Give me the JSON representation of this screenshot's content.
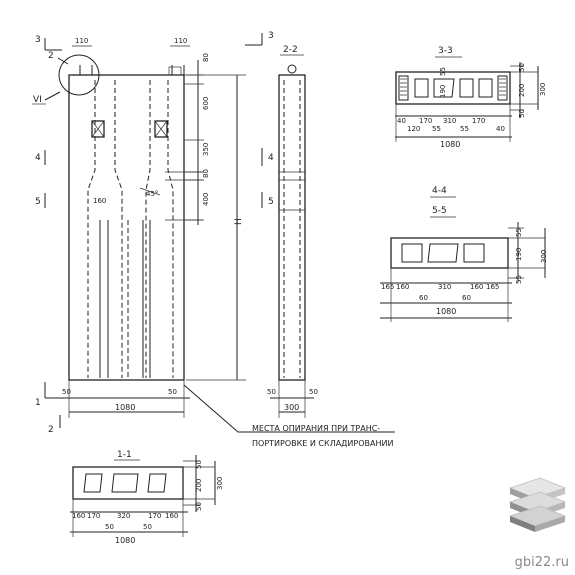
{
  "drawing": {
    "sections": {
      "s22": "2-2",
      "s33": "3-3",
      "s44": "4-4",
      "s55": "5-5",
      "s11": "1-1",
      "node": "VI"
    },
    "cut_marks": {
      "c3l": "3",
      "c3r": "3",
      "c2t": "2",
      "c4l": "4",
      "c4r": "4",
      "c5l": "5",
      "c5r": "5",
      "c1": "1",
      "c2b": "2"
    },
    "elevation": {
      "d110a": "110",
      "d110b": "110",
      "d80a": "80",
      "d600": "600",
      "d350": "350",
      "d80b": "80",
      "d400": "400",
      "dH": "H",
      "d160": "160",
      "d45": "45°",
      "d50a": "50",
      "d50b": "50",
      "d1080": "1080"
    },
    "side": {
      "d50c": "50",
      "d50d": "50",
      "d300": "300"
    },
    "sec33": {
      "d55": "55",
      "d190": "190",
      "d50": "50",
      "d200": "200",
      "d300": "300",
      "d50b": "50",
      "b40a": "40",
      "b120": "120",
      "b170a": "170",
      "b55a": "55",
      "b310": "310",
      "b55b": "55",
      "b170b": "170",
      "b40b": "40",
      "b1080": "1080"
    },
    "sec45": {
      "d55": "55",
      "d190": "190",
      "d55b": "55",
      "d300": "300",
      "b165a": "165",
      "b160a": "160",
      "b310": "310",
      "b160b": "160",
      "b165b": "165",
      "b60a": "60",
      "b60b": "60",
      "b1080": "1080"
    },
    "sec11": {
      "d50": "50",
      "d200": "200",
      "d50b": "50",
      "d300": "300",
      "b160a": "160",
      "b170a": "170",
      "b320": "320",
      "b170b": "170",
      "b160b": "160",
      "b50a": "50",
      "b50b": "50",
      "b1080": "1080"
    },
    "note": {
      "line1": "МЕСТА ОПИРАНИЯ ПРИ ТРАНС-",
      "line2": "ПОРТИРОВКЕ И СКЛАДИРОВАНИИ"
    }
  },
  "watermark": {
    "text": "gbi22.ru",
    "logo_icon": "stacked-slabs-logo"
  }
}
